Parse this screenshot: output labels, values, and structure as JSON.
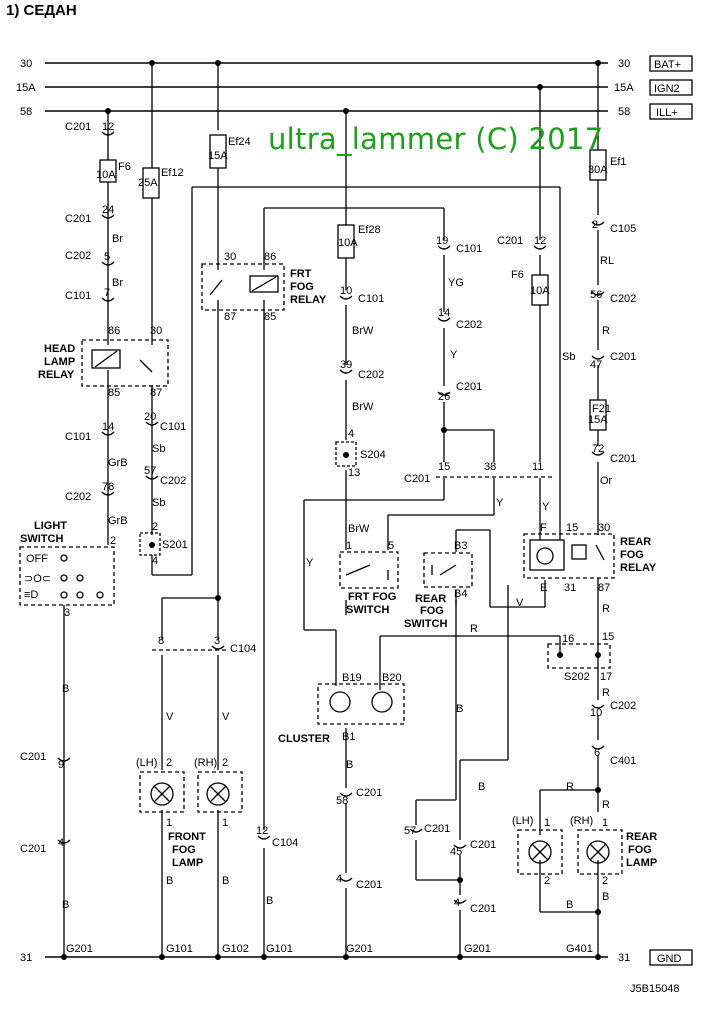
{
  "title": "1) СЕДАН",
  "watermark": "ultra_lammer (C) 2017",
  "figure_code": "J5B15048",
  "rails": [
    {
      "num": "30",
      "badge": "BAT+"
    },
    {
      "num": "15A",
      "badge": "IGN2"
    },
    {
      "num": "58",
      "badge": "ILL+"
    },
    {
      "num": "31",
      "badge": "GND"
    }
  ],
  "components": {
    "head_lamp_relay": [
      "HEAD",
      "LAMP",
      "RELAY"
    ],
    "light_switch": [
      "LIGHT",
      "SWITCH"
    ],
    "light_switch_pos": "OFF",
    "frt_fog_relay": [
      "FRT",
      "FOG",
      "RELAY"
    ],
    "frt_fog_switch": [
      "FRT FOG",
      "SWITCH"
    ],
    "rear_fog_switch": [
      "REAR",
      "FOG",
      "SWITCH"
    ],
    "rear_fog_relay": [
      "REAR",
      "FOG",
      "RELAY"
    ],
    "cluster": "CLUSTER",
    "front_fog_lamp": [
      "FRONT",
      "FOG",
      "LAMP"
    ],
    "rear_fog_lamp": [
      "REAR",
      "FOG",
      "LAMP"
    ],
    "lh": "(LH)",
    "rh": "(RH)"
  },
  "fuses": [
    {
      "name": "F6",
      "rating": "10A"
    },
    {
      "name": "Ef12",
      "rating": "25A"
    },
    {
      "name": "Ef24",
      "rating": "15A"
    },
    {
      "name": "Ef28",
      "rating": "10A"
    },
    {
      "name": "F6",
      "rating": "10A"
    },
    {
      "name": "Ef1",
      "rating": "30A"
    },
    {
      "name": "F21",
      "rating": "15A"
    }
  ],
  "splices": [
    "S201",
    "S204",
    "S202"
  ],
  "grounds": [
    "G201",
    "G101",
    "G102",
    "G101",
    "G201",
    "G201",
    "G401"
  ],
  "connectors": [
    {
      "pin": "12",
      "name": "C201"
    },
    {
      "pin": "24",
      "name": "C201"
    },
    {
      "pin": "5",
      "name": "C202"
    },
    {
      "pin": "7",
      "name": "C101"
    },
    {
      "pin": "14",
      "name": "C101"
    },
    {
      "pin": "78",
      "name": "C202"
    },
    {
      "pin": "20",
      "name": "C101"
    },
    {
      "pin": "57",
      "name": "C202"
    },
    {
      "pin": "10",
      "name": "C101"
    },
    {
      "pin": "39",
      "name": "C202"
    },
    {
      "pin": "19",
      "name": "C101"
    },
    {
      "pin": "14",
      "name": "C202"
    },
    {
      "pin": "26",
      "name": "C201"
    },
    {
      "pin": "12",
      "name": "C201"
    },
    {
      "pin": "2",
      "name": "C105"
    },
    {
      "pin": "56",
      "name": "C202"
    },
    {
      "pin": "47",
      "name": "C201"
    },
    {
      "pin": "72",
      "name": "C201"
    },
    {
      "pin": "3",
      "name": "C104"
    },
    {
      "pin": "9",
      "name": "C201"
    },
    {
      "pin": "4",
      "name": "C201"
    },
    {
      "pin": "12",
      "name": "C104"
    },
    {
      "pin": "58",
      "name": "C201"
    },
    {
      "pin": "4",
      "name": "C201"
    },
    {
      "pin": "57",
      "name": "C201"
    },
    {
      "pin": "45",
      "name": "C201"
    },
    {
      "pin": "4",
      "name": "C201"
    },
    {
      "pin": "10",
      "name": "C202"
    },
    {
      "pin": "6",
      "name": "C401"
    }
  ],
  "wire_colors": [
    "Br",
    "Br",
    "GrB",
    "GrB",
    "Sb",
    "Sb",
    "B",
    "B",
    "V",
    "V",
    "B",
    "B",
    "B",
    "BrW",
    "BrW",
    "BrW",
    "Y",
    "YG",
    "Y",
    "Y",
    "Sb",
    "Y",
    "V",
    "R",
    "B",
    "B",
    "B",
    "RL",
    "R",
    "Or",
    "R",
    "R",
    "R",
    "R",
    "B",
    "B"
  ]
}
